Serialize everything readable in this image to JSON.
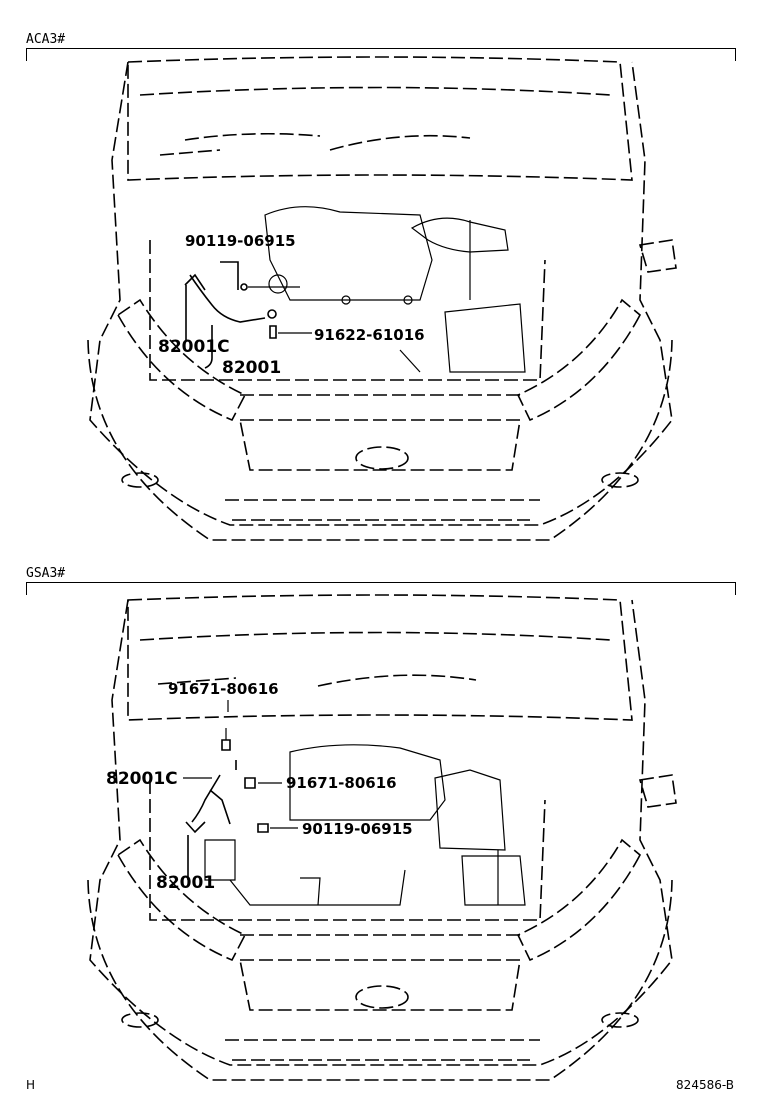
{
  "sections": [
    {
      "tag": "ACA3#",
      "labels": {
        "bolt_top": "90119-06915",
        "sensor_c": "82001C",
        "harness": "82001",
        "bolt_right": "91622-61016"
      }
    },
    {
      "tag": "GSA3#",
      "labels": {
        "bolt_top": "91671-80616",
        "sensor_c": "82001C",
        "bolt_mid": "91671-80616",
        "bolt_low": "90119-06915",
        "harness": "82001"
      }
    }
  ],
  "footer": {
    "left_code": "H",
    "right_code": "824586-B"
  }
}
